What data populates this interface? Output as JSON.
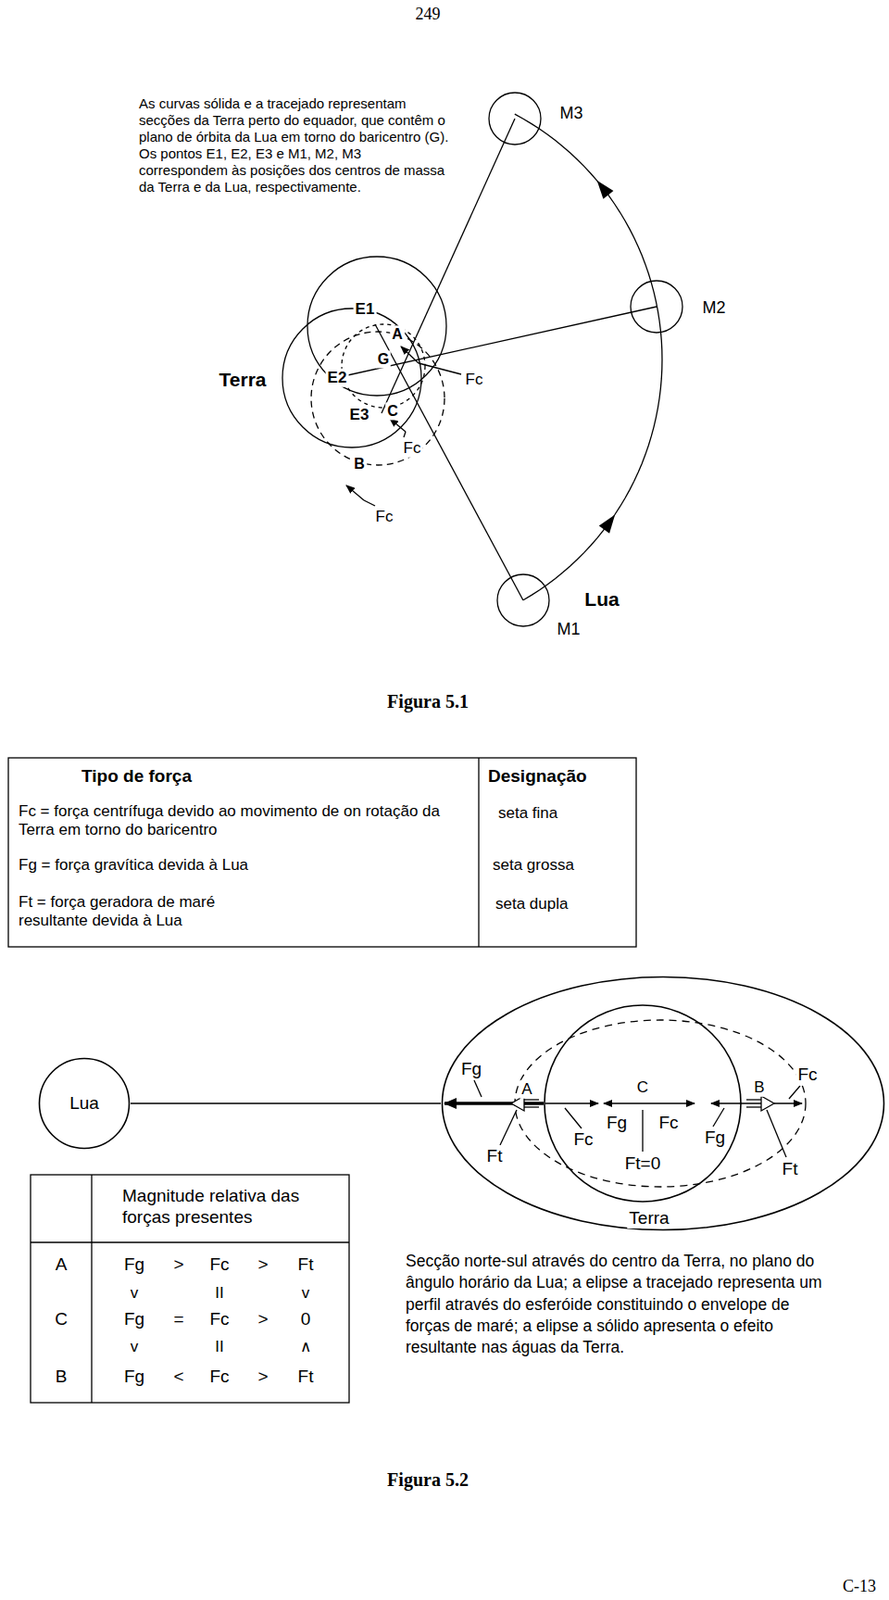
{
  "diagram": {
    "caption": "Figura 5.2",
    "nodes": [
      {
        "text": [
          "Lua"
        ]
      },
      {
        "text": [
          "Terra"
        ]
      }
    ],
    "edges": [
      {
        "from": 0,
        "to": 1,
        "arrow": "none"
      }
    ],
    "labels": [
      "249",
      "As curvas sólida e a tracejado representam secções da Terra perto do equador, que contêm o plano de órbita da Lua em torno do baricentro (G). Os pontos E1, E2, E3 e M1, M2, M3 correspondem às posições dos centros de massa da Terra e da Lua, respectivamente.",
      "M3",
      "M2",
      "Lua",
      "M1",
      "Terra",
      "E1",
      "A",
      "G",
      "E2",
      "Fc",
      "E3",
      "C",
      "Fc",
      "B",
      "Fc",
      "Figura 5.1",
      "Tipo de força",
      "Designação",
      "Fc = força centrífuga devido ao movimento de on rotação da Terra em torno do baricentro",
      "seta fina",
      "Fg = força gravítica devida à Lua",
      "seta grossa",
      "Ft = força geradora de maré resultante devida à Lua",
      "seta dupla",
      "Fg",
      "A",
      "C",
      "B",
      "Fc",
      "Ft",
      "Fc",
      "Fg",
      "Fc",
      "Fg",
      "Ft=0",
      "Ft",
      "Magnitude relativa das forças presentes",
      "A",
      "Fg",
      ">",
      "Fc",
      ">",
      "Ft",
      "v",
      "II",
      "v",
      "C",
      "Fg",
      "=",
      "Fc",
      ">",
      "0",
      "v",
      "II",
      "∧",
      "B",
      "Fg",
      "<",
      "Fc",
      ">",
      "Ft",
      "Secção norte-sul através do centro da Terra, no plano do ângulo horário da Lua; a elipse a tracejado representa um perfil através do esferóide constituindo o envelope de forças de maré; a elipse a sólido apresenta o efeito resultante nas águas da Terra.",
      "C-13"
    ]
  }
}
